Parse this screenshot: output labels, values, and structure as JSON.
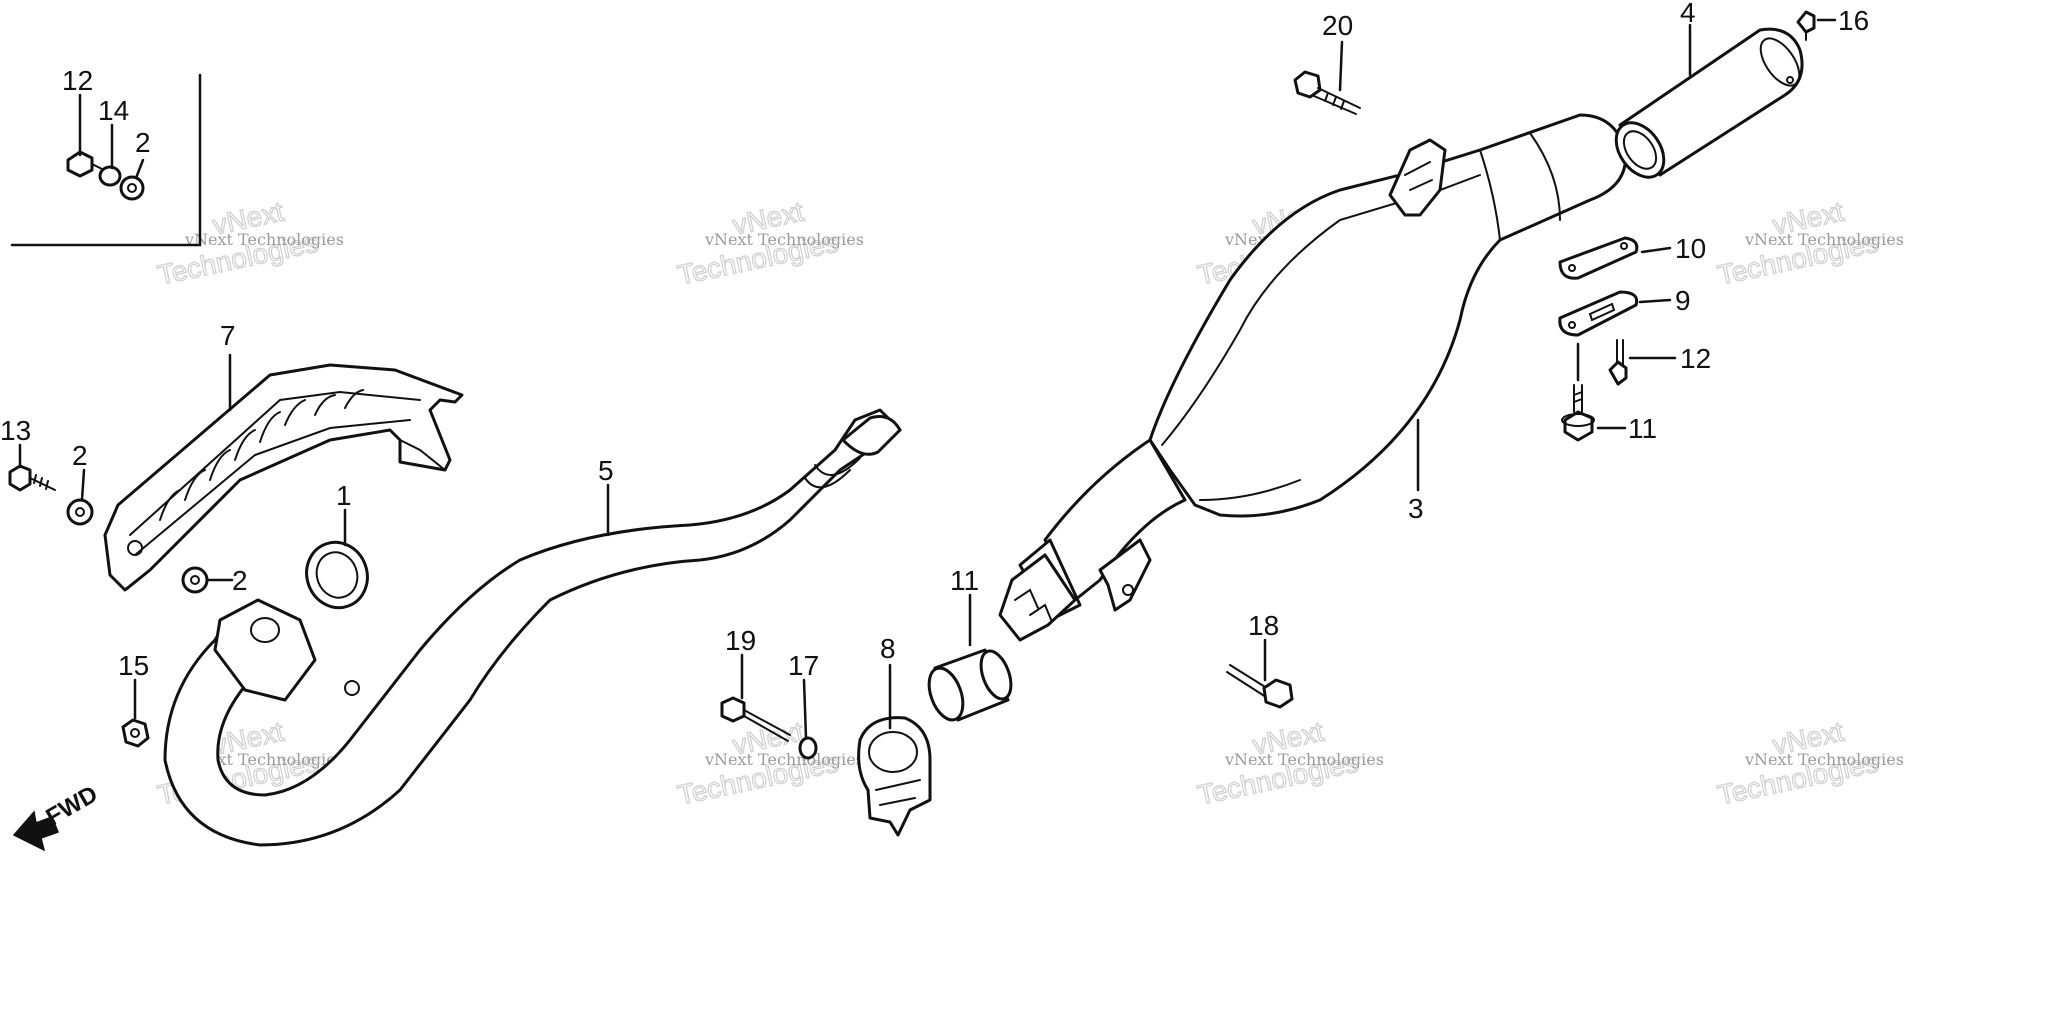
{
  "diagram": {
    "fwd_label": "FWD",
    "watermark_small": "vNext Technologies",
    "watermark_big": "Technologies",
    "watermark_top": "vNext",
    "callouts": [
      "1",
      "2",
      "2",
      "2",
      "3",
      "4",
      "5",
      "6",
      "7",
      "8",
      "9",
      "10",
      "11",
      "12",
      "12",
      "13",
      "14",
      "15",
      "16",
      "17",
      "18",
      "19",
      "20"
    ]
  }
}
